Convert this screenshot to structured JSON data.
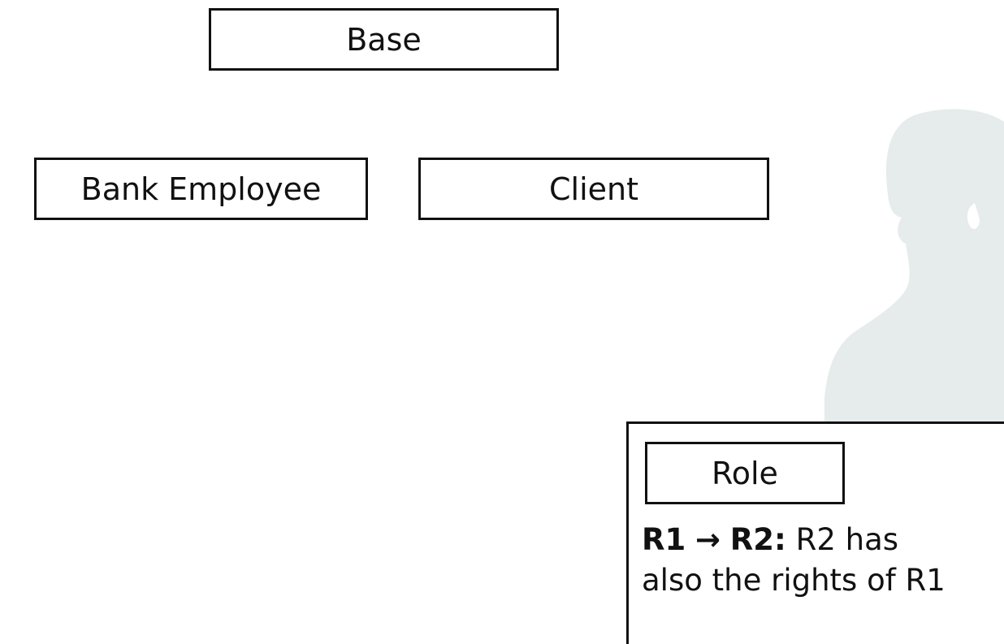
{
  "roles": {
    "base": "Base",
    "bank_employee": "Bank Employee",
    "client": "Client"
  },
  "legend": {
    "box_label": "Role",
    "r1": "R1",
    "arrow": "→",
    "r2": "R2:",
    "line1_rest": "R2 has",
    "line2": "also the rights of R1"
  },
  "colors": {
    "box_border": "#111111",
    "silhouette": "#e6ebeb"
  }
}
